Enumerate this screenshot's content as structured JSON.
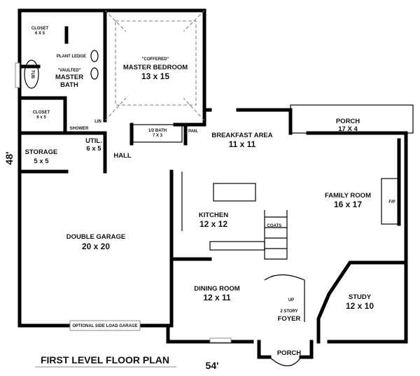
{
  "title": "FIRST LEVEL FLOOR PLAN",
  "dimensions": {
    "width": "54'",
    "depth": "48'"
  },
  "rooms": {
    "closet1": {
      "name": "CLOSET",
      "size": "6 X 5"
    },
    "plant_ledge": "PLANT LEDGE",
    "tub": "TUB",
    "master_bath": {
      "note": "\"VAULTED\"",
      "name1": "MASTER",
      "name2": "BATH"
    },
    "closet2": {
      "name": "CLOSET",
      "size": "6 x 5"
    },
    "shower": "SHOWER",
    "linen": "LIN",
    "master_bedroom": {
      "note": "\"COFFERED\"",
      "name": "MASTER BEDROOM",
      "size": "13 x 15"
    },
    "half_bath": {
      "name": "1/2 BATH",
      "size": "7 X 3"
    },
    "pantry": "PAN.",
    "utility": {
      "name": "UTIL.",
      "size": "6 x 5"
    },
    "storage": {
      "name": "STORAGE",
      "size": "5 x 5"
    },
    "hall": "HALL",
    "breakfast": {
      "name": "BREAKFAST AREA",
      "size": "11 x 11"
    },
    "porch_back": {
      "name": "PORCH",
      "size": "17 X 4"
    },
    "family_room": {
      "name": "FAMILY ROOM",
      "size": "16 x 17"
    },
    "fireplace": "F/P",
    "kitchen": {
      "name": "KITCHEN",
      "size": "12 x 12"
    },
    "coats": "COATS",
    "garage": {
      "name": "DOUBLE GARAGE",
      "size": "20 x 20"
    },
    "garage_note": "OPTIONAL SIDE LOAD GARAGE",
    "dining": {
      "name": "DINING ROOM",
      "size": "12 x 11"
    },
    "stair_up": "UP",
    "foyer": {
      "name1": "2 STORY",
      "name2": "FOYER"
    },
    "study": {
      "name": "STUDY",
      "size": "12 x 10"
    },
    "porch_front": "PORCH"
  }
}
